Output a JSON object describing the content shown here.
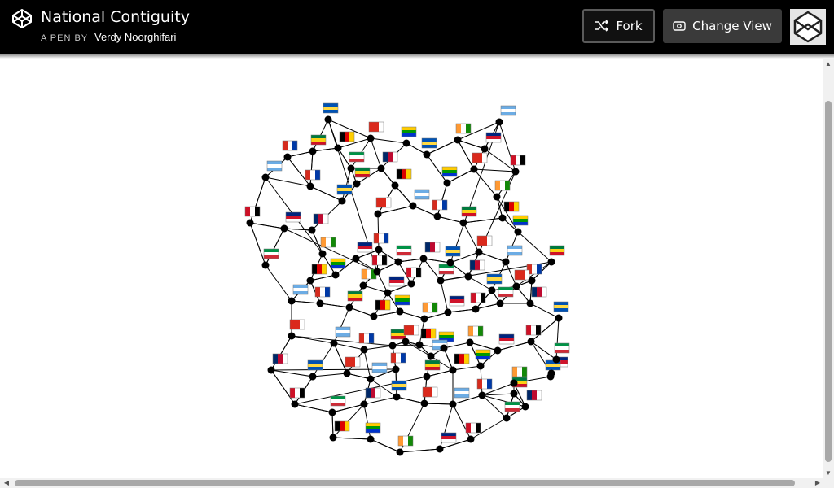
{
  "header": {
    "title": "National Contiguity",
    "byline_prefix": "A PEN BY",
    "author": "Verdy Noorghifari",
    "fork_label": "Fork",
    "change_view_label": "Change View"
  },
  "icons": {
    "logo": "codepen-logo-icon",
    "fork": "fork-icon",
    "change_view": "eye-icon",
    "avatar": "codepen-avatar-icon"
  },
  "colors": {
    "header_bg": "#000000",
    "node": "#000000",
    "edge": "#000000"
  }
}
